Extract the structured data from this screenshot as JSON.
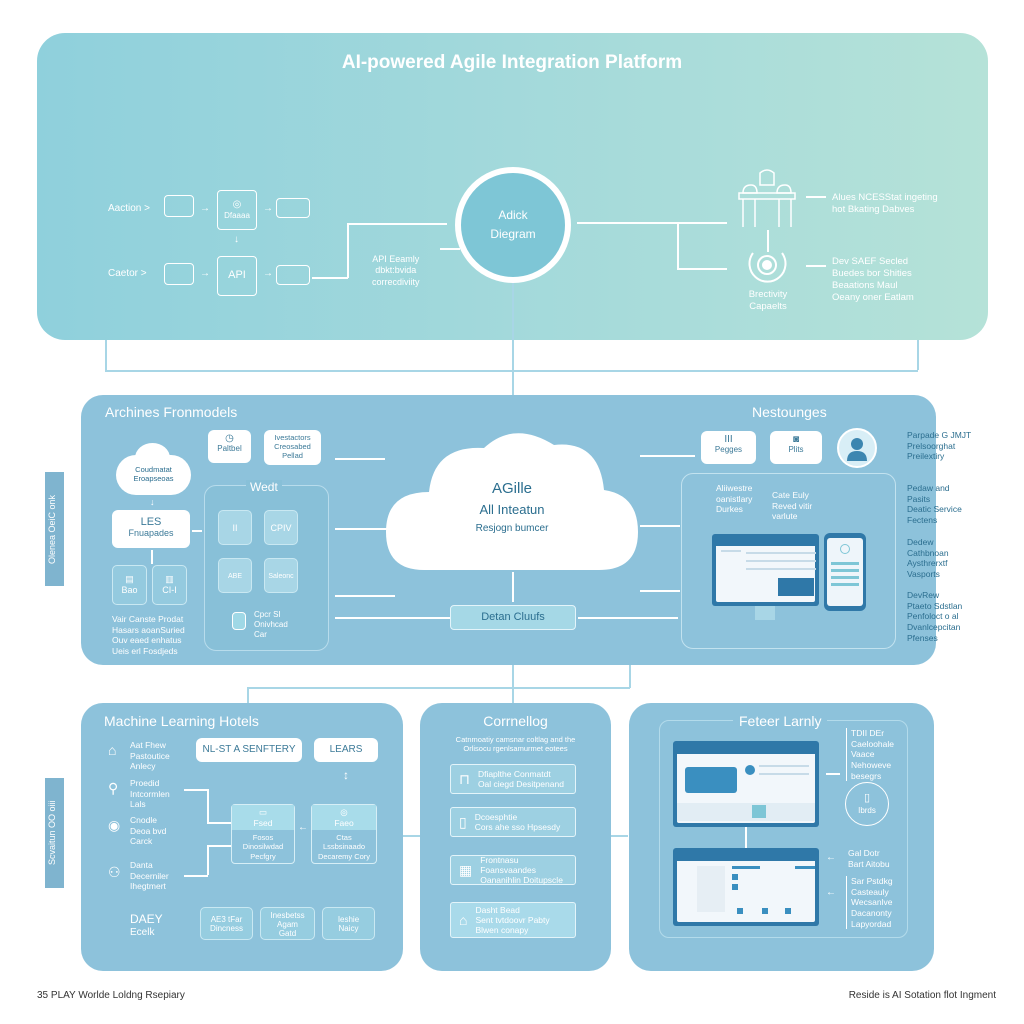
{
  "header": {
    "title": "AI-powered Agile Integration Platform",
    "flow_rows": [
      {
        "label": "Aaction >",
        "box_label": "Dfaaaa"
      },
      {
        "label": "Caetor >",
        "box_label": "API"
      }
    ],
    "api_note": [
      "API Eeamly",
      "dbkt:bvida",
      "correcdiviity"
    ],
    "center_circle": [
      "Adick",
      "Diegram"
    ],
    "right_note_top": [
      "Alues NCESStat ingeting",
      "hot Bkating Dabves"
    ],
    "right_note_bottom": [
      "Dev SAEF Secled",
      "Buedes bor Shities",
      "Beaations Maul",
      "Oeany oner Eatlam"
    ],
    "security_label": [
      "Brectivity",
      "Capaelts"
    ]
  },
  "middle": {
    "left_title": "Archines Fronmodels",
    "right_title": "Nestounges",
    "cloud_small": [
      "Coudmatat",
      "Eroapseoas"
    ],
    "les_box": [
      "LES",
      "Fnuapades"
    ],
    "small_boxes": [
      "Bao",
      "CI-I"
    ],
    "left_note": [
      "Vair Canste Prodat",
      "Hasars aoanSuried",
      "Ouv eaed enhatus",
      "Ueis erl Fosdjeds"
    ],
    "top_boxes": [
      {
        "icon": "clock-icon",
        "label": "Paltbel"
      },
      {
        "label_lines": [
          "Ivestactors",
          "Creosabed",
          "Pellad"
        ]
      }
    ],
    "wedt_title": "Wedt",
    "wedt_boxes": [
      "II",
      "CPIV",
      "ABE",
      "Saleonc"
    ],
    "wedt_note": [
      "Cpcr SI",
      "Onivhcad",
      "Car"
    ],
    "cloud_main": {
      "line1": "AGille",
      "line2": "All Inteatun",
      "line3": "Resjogn bumcer"
    },
    "data_clouds_button": "Detan Cluufs",
    "right_top_boxes": [
      {
        "icon": "grid-icon",
        "label": "Pegges"
      },
      {
        "icon": "camera-icon",
        "label": "Plits"
      }
    ],
    "right_inner_notes": [
      [
        "Aliiwestre",
        "oanistlary",
        "Durkes"
      ],
      [
        "Cate Euly",
        "Reved vitir",
        "varlute"
      ]
    ],
    "side_notes": [
      [
        "Parpade G JMJT",
        "Prelsoorghat",
        "Preilextiry"
      ],
      [
        "Pedaw and",
        "Pasits",
        "Deatic Service",
        "Fectens"
      ],
      [
        "Dedew",
        "Cathbnoan",
        "Aysthrerxtf",
        "Vasports"
      ],
      [
        "DevRew",
        "Ptaeto Sdstlan",
        "Penfoloct o al",
        "Dvanlcepcitan",
        "Pfenses"
      ]
    ]
  },
  "vertical_tabs": [
    "Olenea  OeiC onk",
    "Scvaitun OO oiii"
  ],
  "ml_section": {
    "title": "Machine Learning Hotels",
    "top_buttons": [
      "NL-ST A SENFTERY",
      "LEARS"
    ],
    "left_items": [
      {
        "icon": "building-icon",
        "lines": [
          "Aat Fhew",
          "Pastoutice",
          "Anlecy"
        ]
      },
      {
        "icon": "person-icon",
        "lines": [
          "Proedid",
          "Intcormlen",
          "Lals"
        ]
      },
      {
        "icon": "target-icon",
        "lines": [
          "Cnodle",
          "Deoa bvd",
          "Carck"
        ]
      },
      {
        "icon": "user-group-icon",
        "lines": [
          "Danta",
          "Decerniler",
          "Ihegtmert"
        ]
      }
    ],
    "card_a": {
      "header": "Fsed",
      "body": [
        "Fosos",
        "Dinosilwdad",
        "Pecfgry"
      ]
    },
    "card_b": {
      "header": "Faeo",
      "body": [
        "Ctas",
        "Lssbsinaado",
        "Decaremy Cory"
      ]
    },
    "daily_label": [
      "DAEY",
      "Ecelk"
    ],
    "bottom_boxes": [
      [
        "AE3 tFar",
        "Dincness"
      ],
      [
        "Inesbetss",
        "Agam",
        "Gatd"
      ],
      [
        "Ieshie",
        "Naicy"
      ]
    ]
  },
  "catalog_section": {
    "title": "Corrnellog",
    "subtitle": [
      "Catnmoatiy camsnar coltlag and the",
      "Orlisocu rgenlsamurmet eotees"
    ],
    "items": [
      {
        "icon": "door-icon",
        "lines": [
          "Dfiaplthe Conmatdt",
          "Oal ciegd Desitpenand"
        ]
      },
      {
        "icon": "page-icon",
        "lines": [
          "Dcoesphtie",
          "Cors ahe sso Hpsesdy"
        ]
      },
      {
        "icon": "calendar-icon",
        "lines": [
          "Frontnasu Foansvaandes",
          "Oananihlin Doitupscle"
        ]
      },
      {
        "icon": "home-icon",
        "lines": [
          "Dasht Bead",
          "Sent tvtdoovr Pabty",
          "Blwen conapy"
        ]
      }
    ]
  },
  "feature_section": {
    "title": "Feteer Larnly",
    "note_top": [
      "TDII DEr",
      "Caeloohale",
      "Vaace",
      "Nehoweve",
      "besegrs"
    ],
    "circle_label": "Ibrds",
    "note_mid": [
      "Gal Dotr",
      "Bart Aitobu"
    ],
    "note_bottom": [
      "Sar Pstdkg",
      "Casteauly",
      "Wecsanlve",
      "Dacanonty",
      "Lapyordad"
    ]
  },
  "footer": {
    "left": "35 PLAY Worlde Loldng Rsepiary",
    "right": "Reside is AI Sotation flot Ingment"
  },
  "colors": {
    "top_gradient_start": "#8fd0dc",
    "top_gradient_end": "#b5e2d8",
    "panel": "#8dc2db",
    "accent_dark": "#2f78a8"
  }
}
